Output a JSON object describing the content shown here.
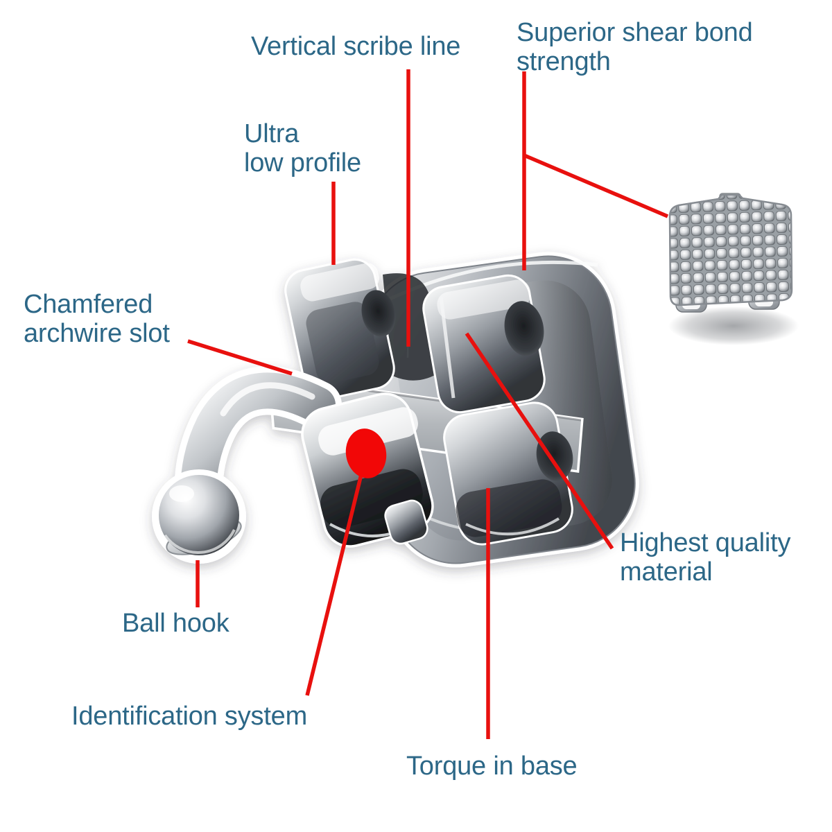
{
  "colors": {
    "label_text": "#2c6787",
    "leader_line": "#e8100e",
    "identification_marker": "#f20707"
  },
  "labels": {
    "vertical_scribe": {
      "lines": [
        "Vertical scribe line"
      ]
    },
    "superior_shear": {
      "lines": [
        "Superior shear bond",
        "strength"
      ]
    },
    "ultra_low_profile": {
      "lines": [
        "Ultra",
        "low profile"
      ]
    },
    "chamfered_slot": {
      "lines": [
        "Chamfered",
        "archwire slot"
      ]
    },
    "highest_quality": {
      "lines": [
        "Highest quality",
        "material"
      ]
    },
    "ball_hook": {
      "lines": [
        "Ball hook"
      ]
    },
    "identification_system": {
      "lines": [
        "Identification system"
      ]
    },
    "torque_in_base": {
      "lines": [
        "Torque in base"
      ]
    }
  }
}
